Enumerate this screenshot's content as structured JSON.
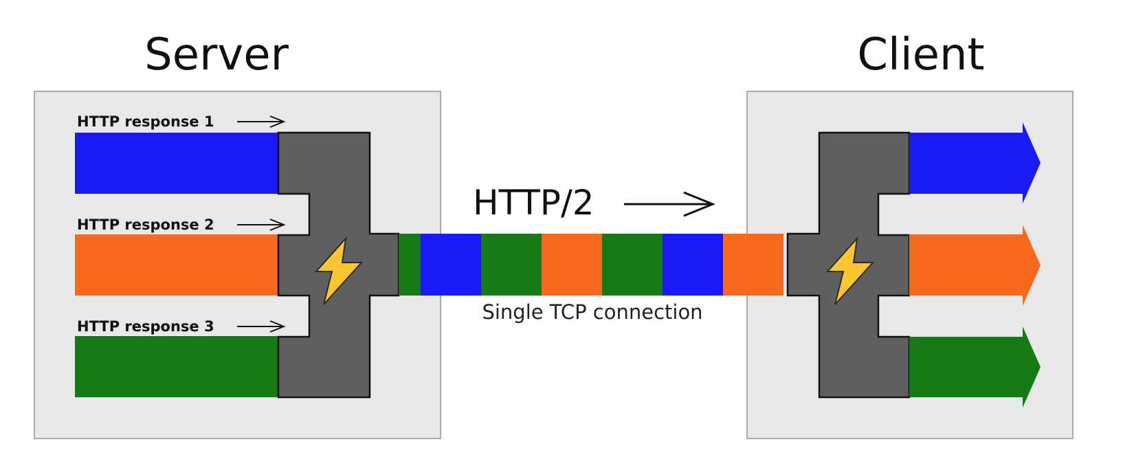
{
  "server": {
    "title": "Server",
    "responses": [
      {
        "label": "HTTP response 1",
        "color": "#1a1af5"
      },
      {
        "label": "HTTP response 2",
        "color": "#f7691f"
      },
      {
        "label": "HTTP response 3",
        "color": "#157a15"
      }
    ]
  },
  "client": {
    "title": "Client"
  },
  "connection": {
    "protocol_label": "HTTP/2",
    "caption": "Single TCP connection",
    "frames": [
      "green",
      "blue",
      "green",
      "orange",
      "green",
      "blue",
      "orange"
    ]
  },
  "colors": {
    "blue": "#1a1af5",
    "orange": "#f7691f",
    "green": "#157a15",
    "box": "#e8e8e9",
    "mux": "#5f5f5f",
    "lightning": "#fbc630"
  },
  "icons": {
    "server_mux": "lightning-icon",
    "client_mux": "lightning-icon"
  }
}
